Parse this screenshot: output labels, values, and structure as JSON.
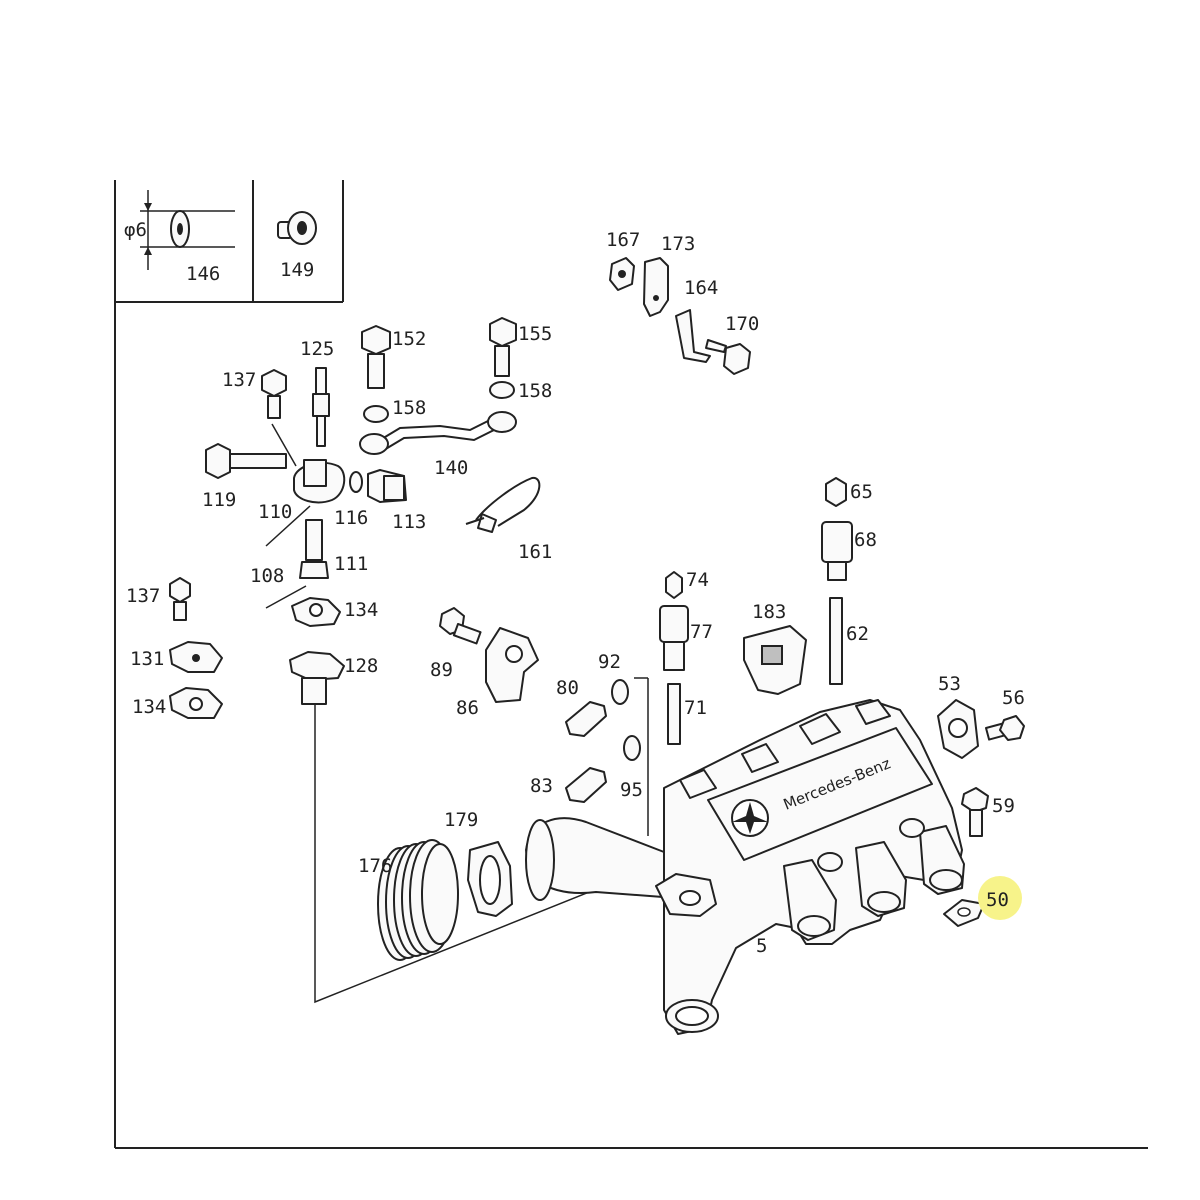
{
  "inset": {
    "dimension_label": "φ6",
    "part_146": "146",
    "part_149": "149"
  },
  "brand": {
    "logo_text": "Mercedes-Benz"
  },
  "highlight": {
    "part": "50",
    "color": "#f7f38a"
  },
  "parts": {
    "p167": "167",
    "p173": "173",
    "p164": "164",
    "p170": "170",
    "p125": "125",
    "p137a": "137",
    "p152": "152",
    "p155": "155",
    "p158a": "158",
    "p158b": "158",
    "p140": "140",
    "p119": "119",
    "p110": "110",
    "p116": "116",
    "p113": "113",
    "p161": "161",
    "p108": "108",
    "p111": "111",
    "p137b": "137",
    "p134a": "134",
    "p131": "131",
    "p134b": "134",
    "p128": "128",
    "p89": "89",
    "p86": "86",
    "p92": "92",
    "p80": "80",
    "p83": "83",
    "p95": "95",
    "p74": "74",
    "p77": "77",
    "p71": "71",
    "p183": "183",
    "p65": "65",
    "p68": "68",
    "p62": "62",
    "p53": "53",
    "p56": "56",
    "p59": "59",
    "p50": "50",
    "p179": "179",
    "p176": "176",
    "p5": "5"
  }
}
